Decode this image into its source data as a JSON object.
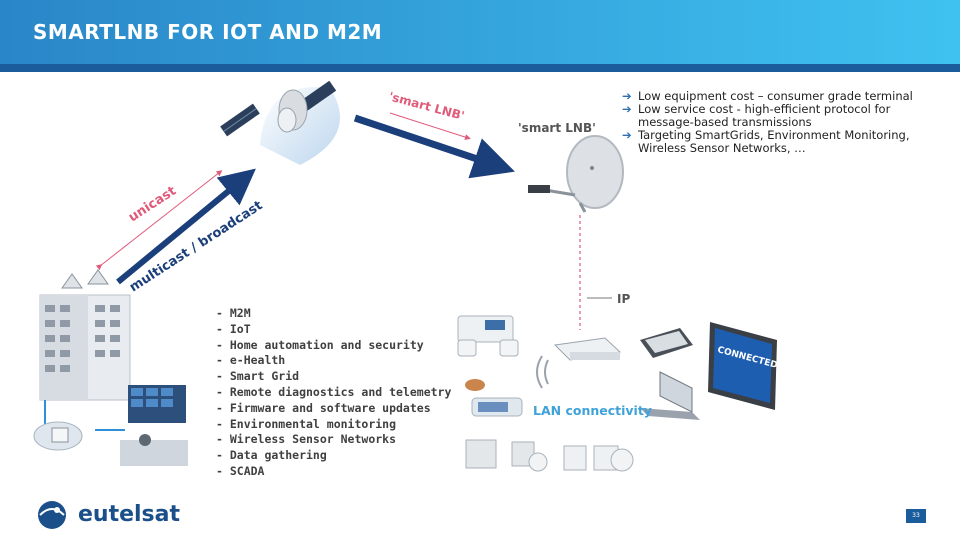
{
  "header": {
    "title": "SMARTLNB FOR IOT AND M2M"
  },
  "bullets": [
    "Low equipment cost – consumer grade terminal",
    "Low service cost - high-efficient protocol for message-based transmissions",
    "Targeting SmartGrids, Environment Monitoring, Wireless Sensor Networks, …"
  ],
  "diagram": {
    "smart_lnb_arrow_label": "'smart LNB'",
    "smart_lnb_dish_label": "'smart LNB'",
    "unicast_label": "unicast",
    "multicast_label": "multicast / broadcast",
    "ip_label": "IP",
    "lan_label": "LAN connectivity",
    "tv_text": "CONNECTED TV"
  },
  "services": [
    "- M2M",
    "- IoT",
    "- Home automation and security",
    "- e-Health",
    "- Smart Grid",
    "- Remote diagnostics and telemetry",
    "- Firmware and software updates",
    "- Environmental monitoring",
    "- Wireless Sensor Networks",
    "- Data gathering",
    "- SCADA"
  ],
  "footer": {
    "brand": "eutelsat",
    "page": "33"
  },
  "colors": {
    "header_start": "#2a86c8",
    "header_end": "#3fc2f0",
    "header_bar": "#1b5d9c",
    "arrow_dark": "#1b3f7a",
    "label_red": "#e05a7a",
    "lan_blue": "#3fa2d9"
  }
}
